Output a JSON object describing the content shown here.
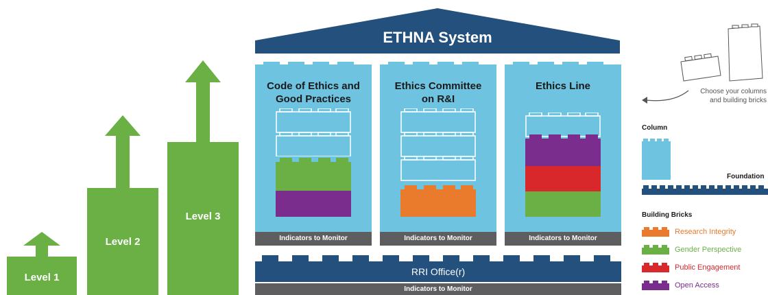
{
  "system": {
    "title": "ETHNA System"
  },
  "levels": [
    {
      "label": "Level 1"
    },
    {
      "label": "Level 2"
    },
    {
      "label": "Level 3"
    }
  ],
  "columns": [
    {
      "title_line1": "Code of Ethics and",
      "title_line2": "Good Practices",
      "indicators": "Indicators to Monitor",
      "bricks": [
        "gender",
        "open"
      ]
    },
    {
      "title_line1": "Ethics Committee",
      "title_line2": "on R&I",
      "indicators": "Indicators to Monitor",
      "bricks": [
        "research"
      ]
    },
    {
      "title_line1": "Ethics Line",
      "title_line2": "",
      "indicators": "Indicators to Monitor",
      "bricks": [
        "open",
        "public",
        "gender"
      ]
    }
  ],
  "foundation": {
    "title": "RRI Office(r)",
    "indicators": "Indicators to Monitor"
  },
  "hint": {
    "line1": "Choose your columns",
    "line2": "and building bricks"
  },
  "legend": {
    "column_title": "Column",
    "foundation_title": "Foundation",
    "bricks_title": "Building Bricks",
    "items": [
      {
        "key": "research",
        "label": "Research Integrity",
        "color": "#ea7a2c"
      },
      {
        "key": "gender",
        "label": "Gender Perspective",
        "color": "#6ab045"
      },
      {
        "key": "public",
        "label": "Public Engagement",
        "color": "#d9282c"
      },
      {
        "key": "open",
        "label": "Open Access",
        "color": "#7a2d8c"
      }
    ]
  },
  "colors": {
    "green": "#6ab045",
    "navy": "#24507e",
    "column": "#6ec3e1",
    "grey": "#5e5e60"
  }
}
